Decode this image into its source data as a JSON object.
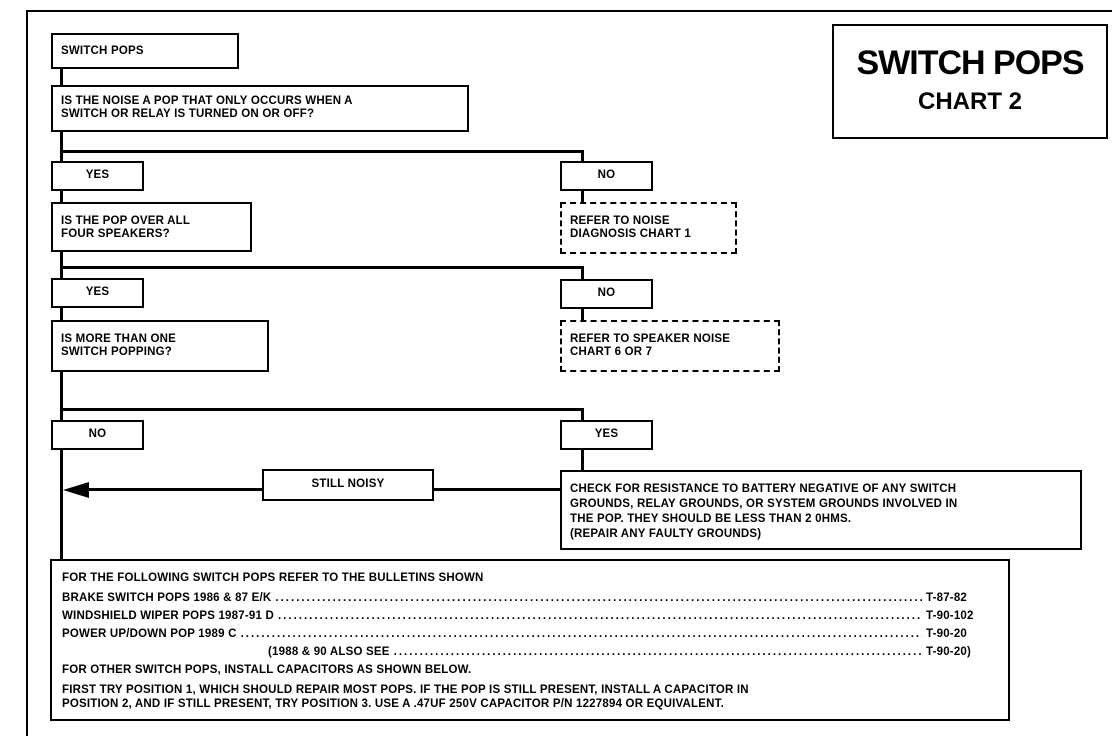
{
  "title": {
    "main": "SWITCH POPS",
    "sub": "CHART 2"
  },
  "nodes": {
    "start": "SWITCH POPS",
    "q1": "IS THE NOISE A POP THAT ONLY OCCURS WHEN A\nSWITCH OR RELAY IS TURNED ON OR OFF?",
    "q1_yes": "YES",
    "q1_no": "NO",
    "q1_no_result": "REFER TO NOISE\nDIAGNOSIS CHART 1",
    "q2": "IS THE POP OVER ALL\nFOUR SPEAKERS?",
    "q2_yes": "YES",
    "q2_no": "NO",
    "q2_no_result": "REFER TO SPEAKER NOISE\nCHART 6 OR 7",
    "q3": "IS MORE THAN ONE\nSWITCH POPPING?",
    "q3_no": "NO",
    "q3_yes": "YES",
    "q3_yes_result": "CHECK FOR RESISTANCE TO BATTERY NEGATIVE OF ANY SWITCH\nGROUNDS, RELAY GROUNDS, OR SYSTEM GROUNDS INVOLVED IN\nTHE POP. THEY SHOULD BE LESS THAN 2 0HMS.\n(REPAIR ANY FAULTY GROUNDS)",
    "still_noisy": "STILL NOISY"
  },
  "bulletins": {
    "heading": "FOR THE FOLLOWING SWITCH POPS REFER TO THE BULLETINS SHOWN",
    "items": [
      {
        "name": "BRAKE SWITCH POPS 1986 & 87 E/K",
        "code": "T-87-82"
      },
      {
        "name": "WINDSHIELD WIPER POPS 1987-91 D",
        "code": "T-90-102"
      },
      {
        "name": "POWER UP/DOWN POP 1989 C",
        "code": "T-90-20"
      },
      {
        "name": "(1988 & 90  ALSO SEE",
        "code": "T-90-20)"
      }
    ],
    "other": "FOR OTHER SWITCH POPS, INSTALL CAPACITORS AS SHOWN BELOW.",
    "instructions_1": "FIRST TRY POSITION 1, WHICH SHOULD REPAIR MOST POPS.  IF THE POP IS STILL PRESENT, INSTALL A CAPACITOR IN",
    "instructions_2": "POSITION 2, AND IF STILL PRESENT, TRY POSITION 3.  USE A .47UF 250V CAPACITOR P/N 1227894 OR EQUIVALENT."
  },
  "dots": "........................................................................................................................................................................"
}
